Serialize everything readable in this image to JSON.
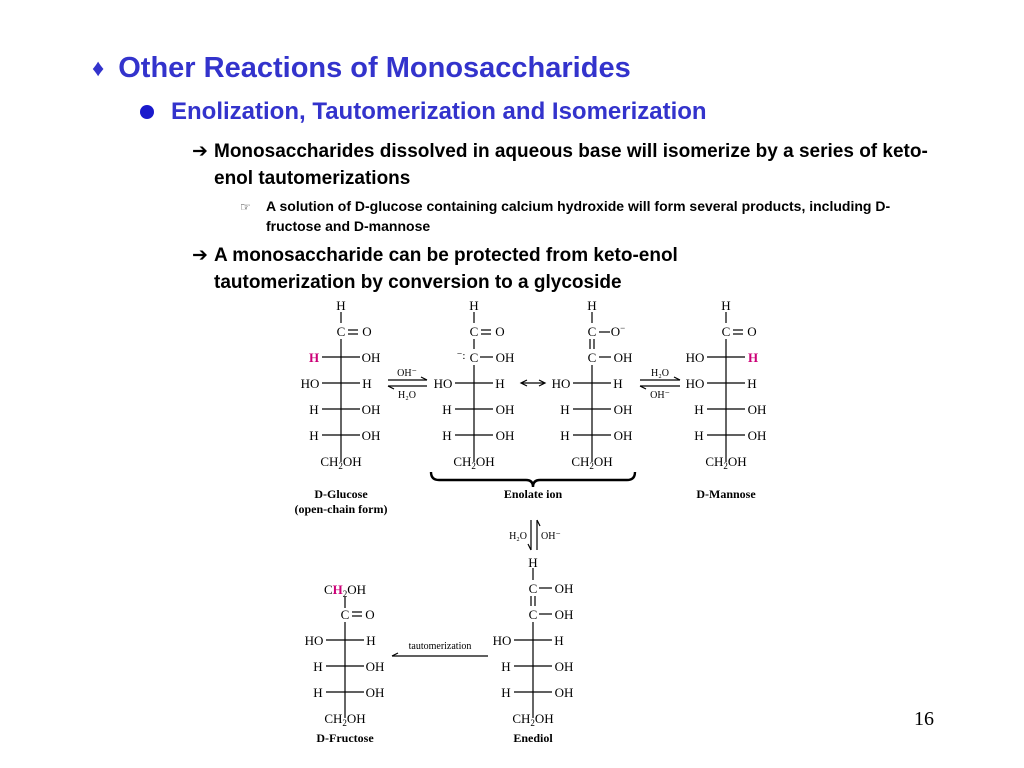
{
  "slide": {
    "title": "Other Reactions of Monosaccharides",
    "bullet_level2": "Enolization, Tautomerization and Isomerization",
    "bullet_level3_1": "Monosaccharides dissolved in aqueous base will isomerize by a series of keto-enol tautomerizations",
    "bullet_level4_1": "A solution of D-glucose containing calcium hydroxide will form several products, including D-fructose and D-mannose",
    "bullet_level3_2": "A monosaccharide can be protected from keto-enol tautomerization by conversion to a glycoside",
    "page_number": "16"
  },
  "icons": {
    "level1": "diamond-icon",
    "level2": "filled-circle-icon",
    "level3": "right-arrow-icon",
    "level4": "pointing-hand-icon"
  },
  "colors": {
    "heading": "#3333cc",
    "body_text": "#000000",
    "highlight_atom": "#cc0077"
  },
  "diagram": {
    "structures": {
      "glucose": {
        "name": "D-Glucose",
        "subname": "(open-chain form)"
      },
      "enolate": {
        "name": "Enolate ion"
      },
      "mannose": {
        "name": "D-Mannose"
      },
      "enediol": {
        "name": "Enediol"
      },
      "fructose": {
        "name": "D-Fructose"
      }
    },
    "arrows": {
      "glucose_enolate": {
        "top": "OH⁻",
        "bottom": "H₂O"
      },
      "enolate_mannose": {
        "top": "H₂O",
        "bottom": "OH⁻"
      },
      "enolate_enediol": {
        "left": "H₂O",
        "right": "OH⁻"
      },
      "enediol_fructose": {
        "label": "tautomerization"
      }
    }
  }
}
